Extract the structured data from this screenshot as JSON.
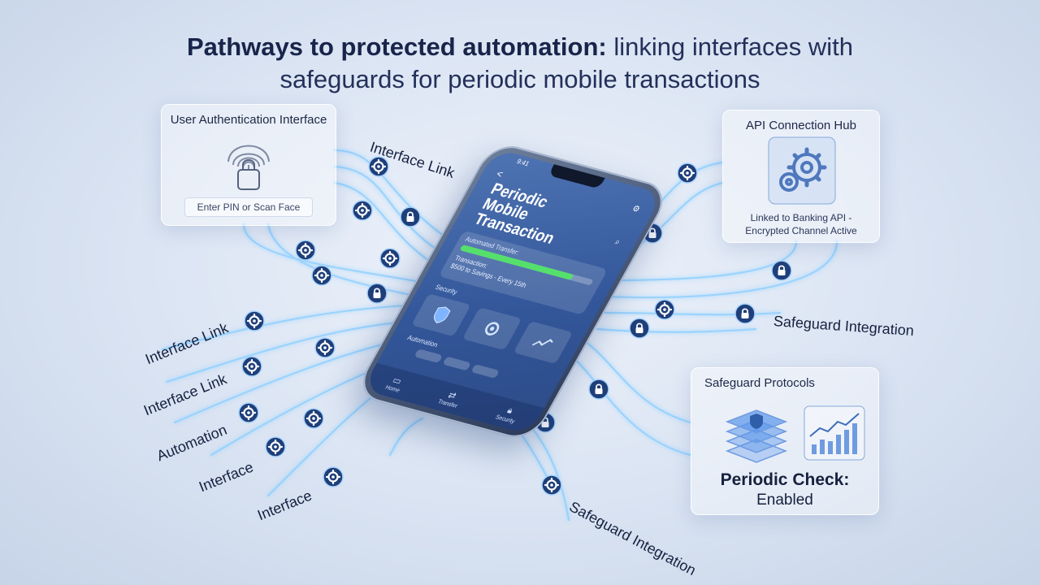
{
  "title": {
    "bold": "Pathways to protected automation:",
    "regular_line1": " linking interfaces with",
    "regular_line2": "safeguards for periodic mobile transactions"
  },
  "panels": {
    "auth": {
      "title": "User Authentication Interface",
      "field_text": "Enter PIN or Scan Face",
      "icons": [
        "fingerprint-icon",
        "lock-icon"
      ]
    },
    "api": {
      "title": "API Connection Hub",
      "status_line1": "Linked to Banking API -",
      "status_line2": "Encrypted Channel Active",
      "icons": [
        "gear-icon"
      ]
    },
    "safeguard": {
      "title": "Safeguard Protocols",
      "check_title": "Periodic Check:",
      "check_status": "Enabled",
      "icons": [
        "layered-shield-icon",
        "trend-chart-icon"
      ]
    }
  },
  "labels": {
    "interface_link_top": "Interface Link",
    "interface_link_1": "Interface Link",
    "interface_link_2": "Interface Link",
    "automation": "Automation",
    "interface_1": "Interface",
    "interface_2": "Interface",
    "safeguard_integration_right": "Safeguard Integration",
    "safeguard_integration_bottom": "Safeguard Integration"
  },
  "phone": {
    "time": "9:41",
    "back": "<",
    "title_line1": "Periodic",
    "title_line2": "Mobile",
    "title_line3": "Transaction",
    "card_label": "Automated Transfer:",
    "progress": 0.85,
    "card_line1": "Transaction:",
    "card_line2": "$500 to Savings - Every 15th",
    "section_security": "Security",
    "section_automation": "Automation",
    "nav": [
      "Home",
      "Transfer",
      "Security"
    ]
  },
  "colors": {
    "accent": "#2f4f8f",
    "glow": "#7cc6ff",
    "progress": "#55e06c",
    "badge": "#1f3f7a"
  }
}
